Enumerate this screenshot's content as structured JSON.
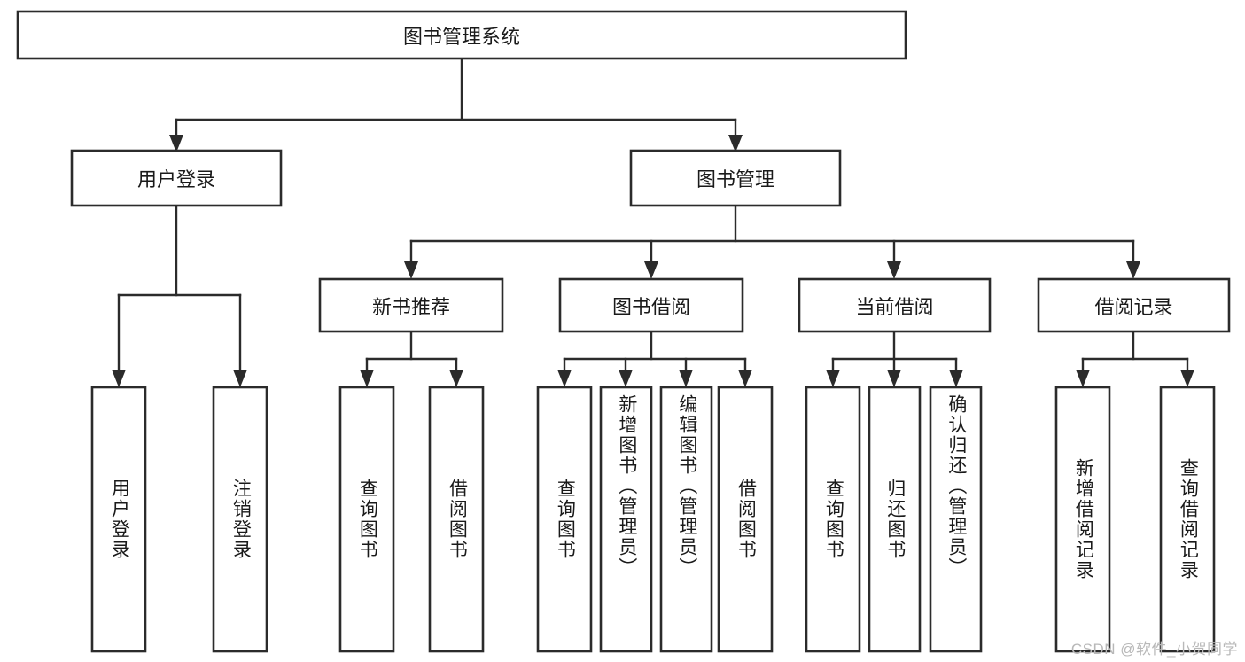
{
  "diagram": {
    "title": "图书管理系统",
    "watermark": "CSDN @软件_小贺同学",
    "colors": {
      "background": "#ffffff",
      "stroke": "#2b2b2b",
      "text": "#1a1a1a",
      "watermark": "#b8b8b8"
    }
  },
  "chart_data": {
    "type": "diagram",
    "title": "图书管理系统",
    "orientation": "top-down tree",
    "levels": 4,
    "nodes": [
      {
        "id": "root",
        "label": "图书管理系统",
        "level": 0,
        "orientation": "horizontal",
        "parent": null
      },
      {
        "id": "l1a",
        "label": "用户登录",
        "level": 1,
        "orientation": "horizontal",
        "parent": "root"
      },
      {
        "id": "l1b",
        "label": "图书管理",
        "level": 1,
        "orientation": "horizontal",
        "parent": "root"
      },
      {
        "id": "l2a",
        "label": "新书推荐",
        "level": 2,
        "orientation": "horizontal",
        "parent": "l1b"
      },
      {
        "id": "l2b",
        "label": "图书借阅",
        "level": 2,
        "orientation": "horizontal",
        "parent": "l1b"
      },
      {
        "id": "l2c",
        "label": "当前借阅",
        "level": 2,
        "orientation": "horizontal",
        "parent": "l1b"
      },
      {
        "id": "l2d",
        "label": "借阅记录",
        "level": 2,
        "orientation": "horizontal",
        "parent": "l1b"
      },
      {
        "id": "leaf1",
        "label": "用户登录",
        "level": 3,
        "orientation": "vertical",
        "parent": "l1a"
      },
      {
        "id": "leaf2",
        "label": "注销登录",
        "level": 3,
        "orientation": "vertical",
        "parent": "l1a"
      },
      {
        "id": "leaf3",
        "label": "查询图书",
        "level": 3,
        "orientation": "vertical",
        "parent": "l2a"
      },
      {
        "id": "leaf4",
        "label": "借阅图书",
        "level": 3,
        "orientation": "vertical",
        "parent": "l2a"
      },
      {
        "id": "leaf5",
        "label": "查询图书",
        "level": 3,
        "orientation": "vertical",
        "parent": "l2b"
      },
      {
        "id": "leaf6",
        "label": "新增图书（管理员）",
        "level": 3,
        "orientation": "vertical",
        "parent": "l2b"
      },
      {
        "id": "leaf7",
        "label": "编辑图书（管理员）",
        "level": 3,
        "orientation": "vertical",
        "parent": "l2b"
      },
      {
        "id": "leaf8",
        "label": "借阅图书",
        "level": 3,
        "orientation": "vertical",
        "parent": "l2b"
      },
      {
        "id": "leaf9",
        "label": "查询图书",
        "level": 3,
        "orientation": "vertical",
        "parent": "l2c"
      },
      {
        "id": "leaf10",
        "label": "归还图书",
        "level": 3,
        "orientation": "vertical",
        "parent": "l2c"
      },
      {
        "id": "leaf11",
        "label": "确认归还（管理员）",
        "level": 3,
        "orientation": "vertical",
        "parent": "l2c"
      },
      {
        "id": "leaf12",
        "label": "新增借阅记录",
        "level": 3,
        "orientation": "vertical",
        "parent": "l2d"
      },
      {
        "id": "leaf13",
        "label": "查询借阅记录",
        "level": 3,
        "orientation": "vertical",
        "parent": "l2d"
      }
    ],
    "edges": [
      {
        "from": "root",
        "to": "l1a"
      },
      {
        "from": "root",
        "to": "l1b"
      },
      {
        "from": "l1b",
        "to": "l2a"
      },
      {
        "from": "l1b",
        "to": "l2b"
      },
      {
        "from": "l1b",
        "to": "l2c"
      },
      {
        "from": "l1b",
        "to": "l2d"
      },
      {
        "from": "l1a",
        "to": "leaf1"
      },
      {
        "from": "l1a",
        "to": "leaf2"
      },
      {
        "from": "l2a",
        "to": "leaf3"
      },
      {
        "from": "l2a",
        "to": "leaf4"
      },
      {
        "from": "l2b",
        "to": "leaf5"
      },
      {
        "from": "l2b",
        "to": "leaf6"
      },
      {
        "from": "l2b",
        "to": "leaf7"
      },
      {
        "from": "l2b",
        "to": "leaf8"
      },
      {
        "from": "l2c",
        "to": "leaf9"
      },
      {
        "from": "l2c",
        "to": "leaf10"
      },
      {
        "from": "l2c",
        "to": "leaf11"
      },
      {
        "from": "l2d",
        "to": "leaf12"
      },
      {
        "from": "l2d",
        "to": "leaf13"
      }
    ]
  }
}
